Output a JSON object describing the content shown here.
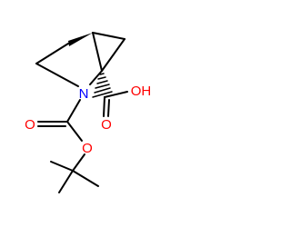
{
  "colors": {
    "bond": "#000000",
    "nitrogen": "#0000ff",
    "oxygen": "#ff0000"
  },
  "atoms": {
    "n": "N",
    "o_carbamate_carbonyl": "O",
    "o_carbamate_ester": "O",
    "o_acid_carbonyl": "O",
    "oh_acid": "OH"
  }
}
